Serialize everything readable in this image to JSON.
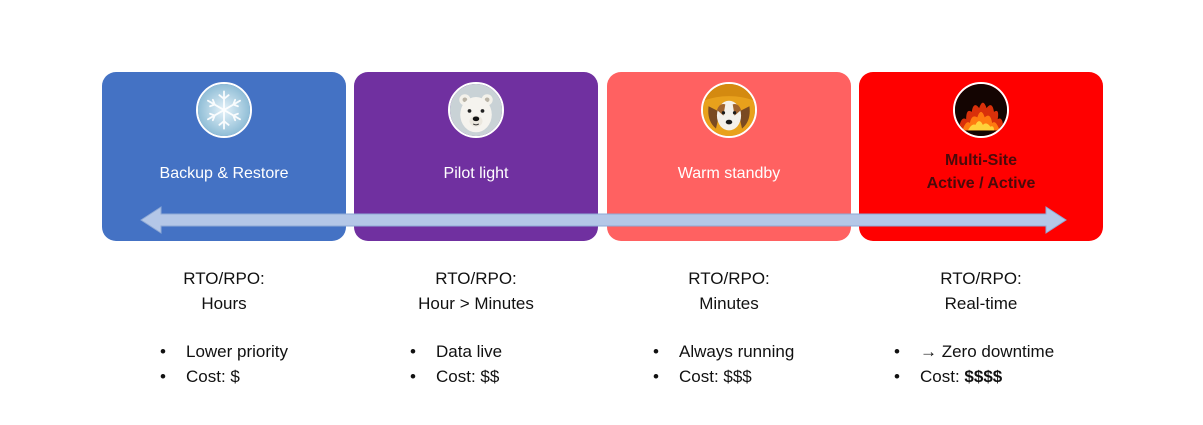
{
  "tiers": [
    {
      "icon": "snowflake-icon",
      "title_lines": [
        "Backup & Restore"
      ],
      "color": "#4472C4",
      "rto_label": "RTO/RPO:",
      "rto_value": "Hours",
      "bullets": [
        "Lower priority",
        "Cost: $"
      ]
    },
    {
      "icon": "polar-bear-icon",
      "title_lines": [
        "Pilot light"
      ],
      "color": "#7030A0",
      "rto_label": "RTO/RPO:",
      "rto_value": "Hour > Minutes",
      "bullets": [
        "Data live",
        "Cost: $$"
      ]
    },
    {
      "icon": "dog-icon",
      "title_lines": [
        "Warm standby"
      ],
      "color": "#FF6161",
      "rto_label": "RTO/RPO:",
      "rto_value": "Minutes",
      "bullets": [
        "Always running",
        "Cost: $$$"
      ]
    },
    {
      "icon": "fire-icon",
      "title_lines": [
        "Multi-Site",
        "Active / Active"
      ],
      "color": "#FF0000",
      "rto_label": "RTO/RPO:",
      "rto_value": "Real-time",
      "bullets": [
        "→ Zero downtime",
        "Cost: "
      ],
      "bullet_bold": "$$$$"
    }
  ],
  "arrow_color": "#B4C7E7"
}
